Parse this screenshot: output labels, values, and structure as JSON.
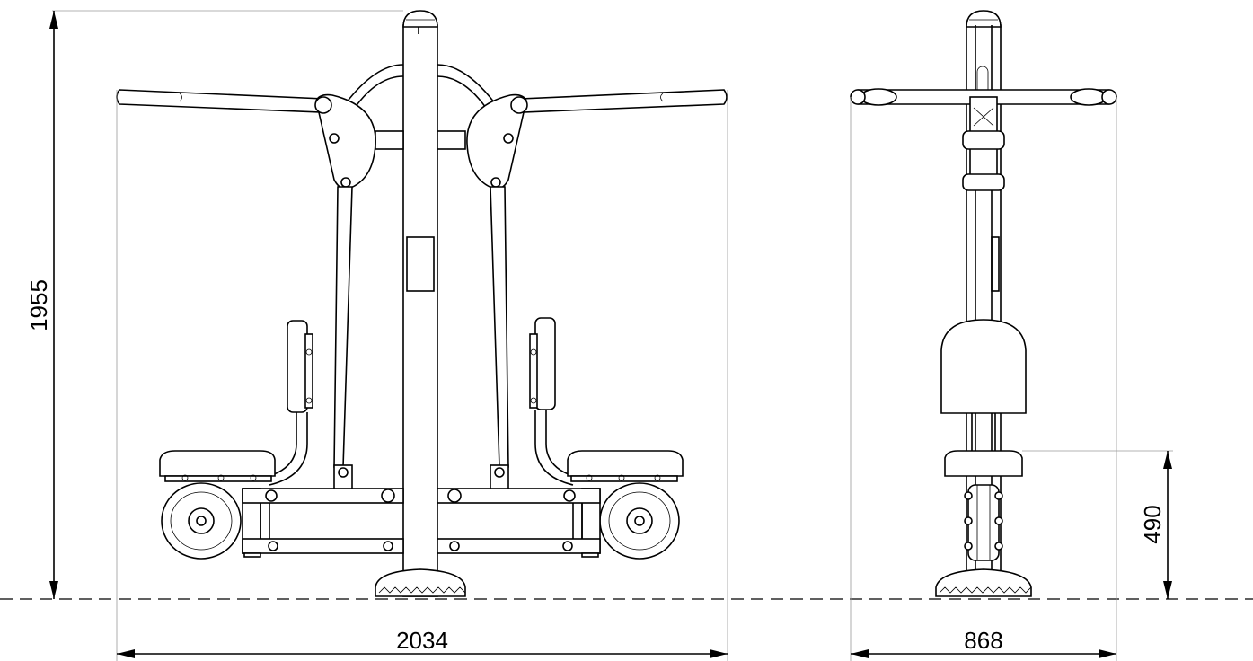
{
  "dimensions": {
    "height_total": "1955",
    "width_front": "2034",
    "width_side": "868",
    "seat_height": "490"
  }
}
